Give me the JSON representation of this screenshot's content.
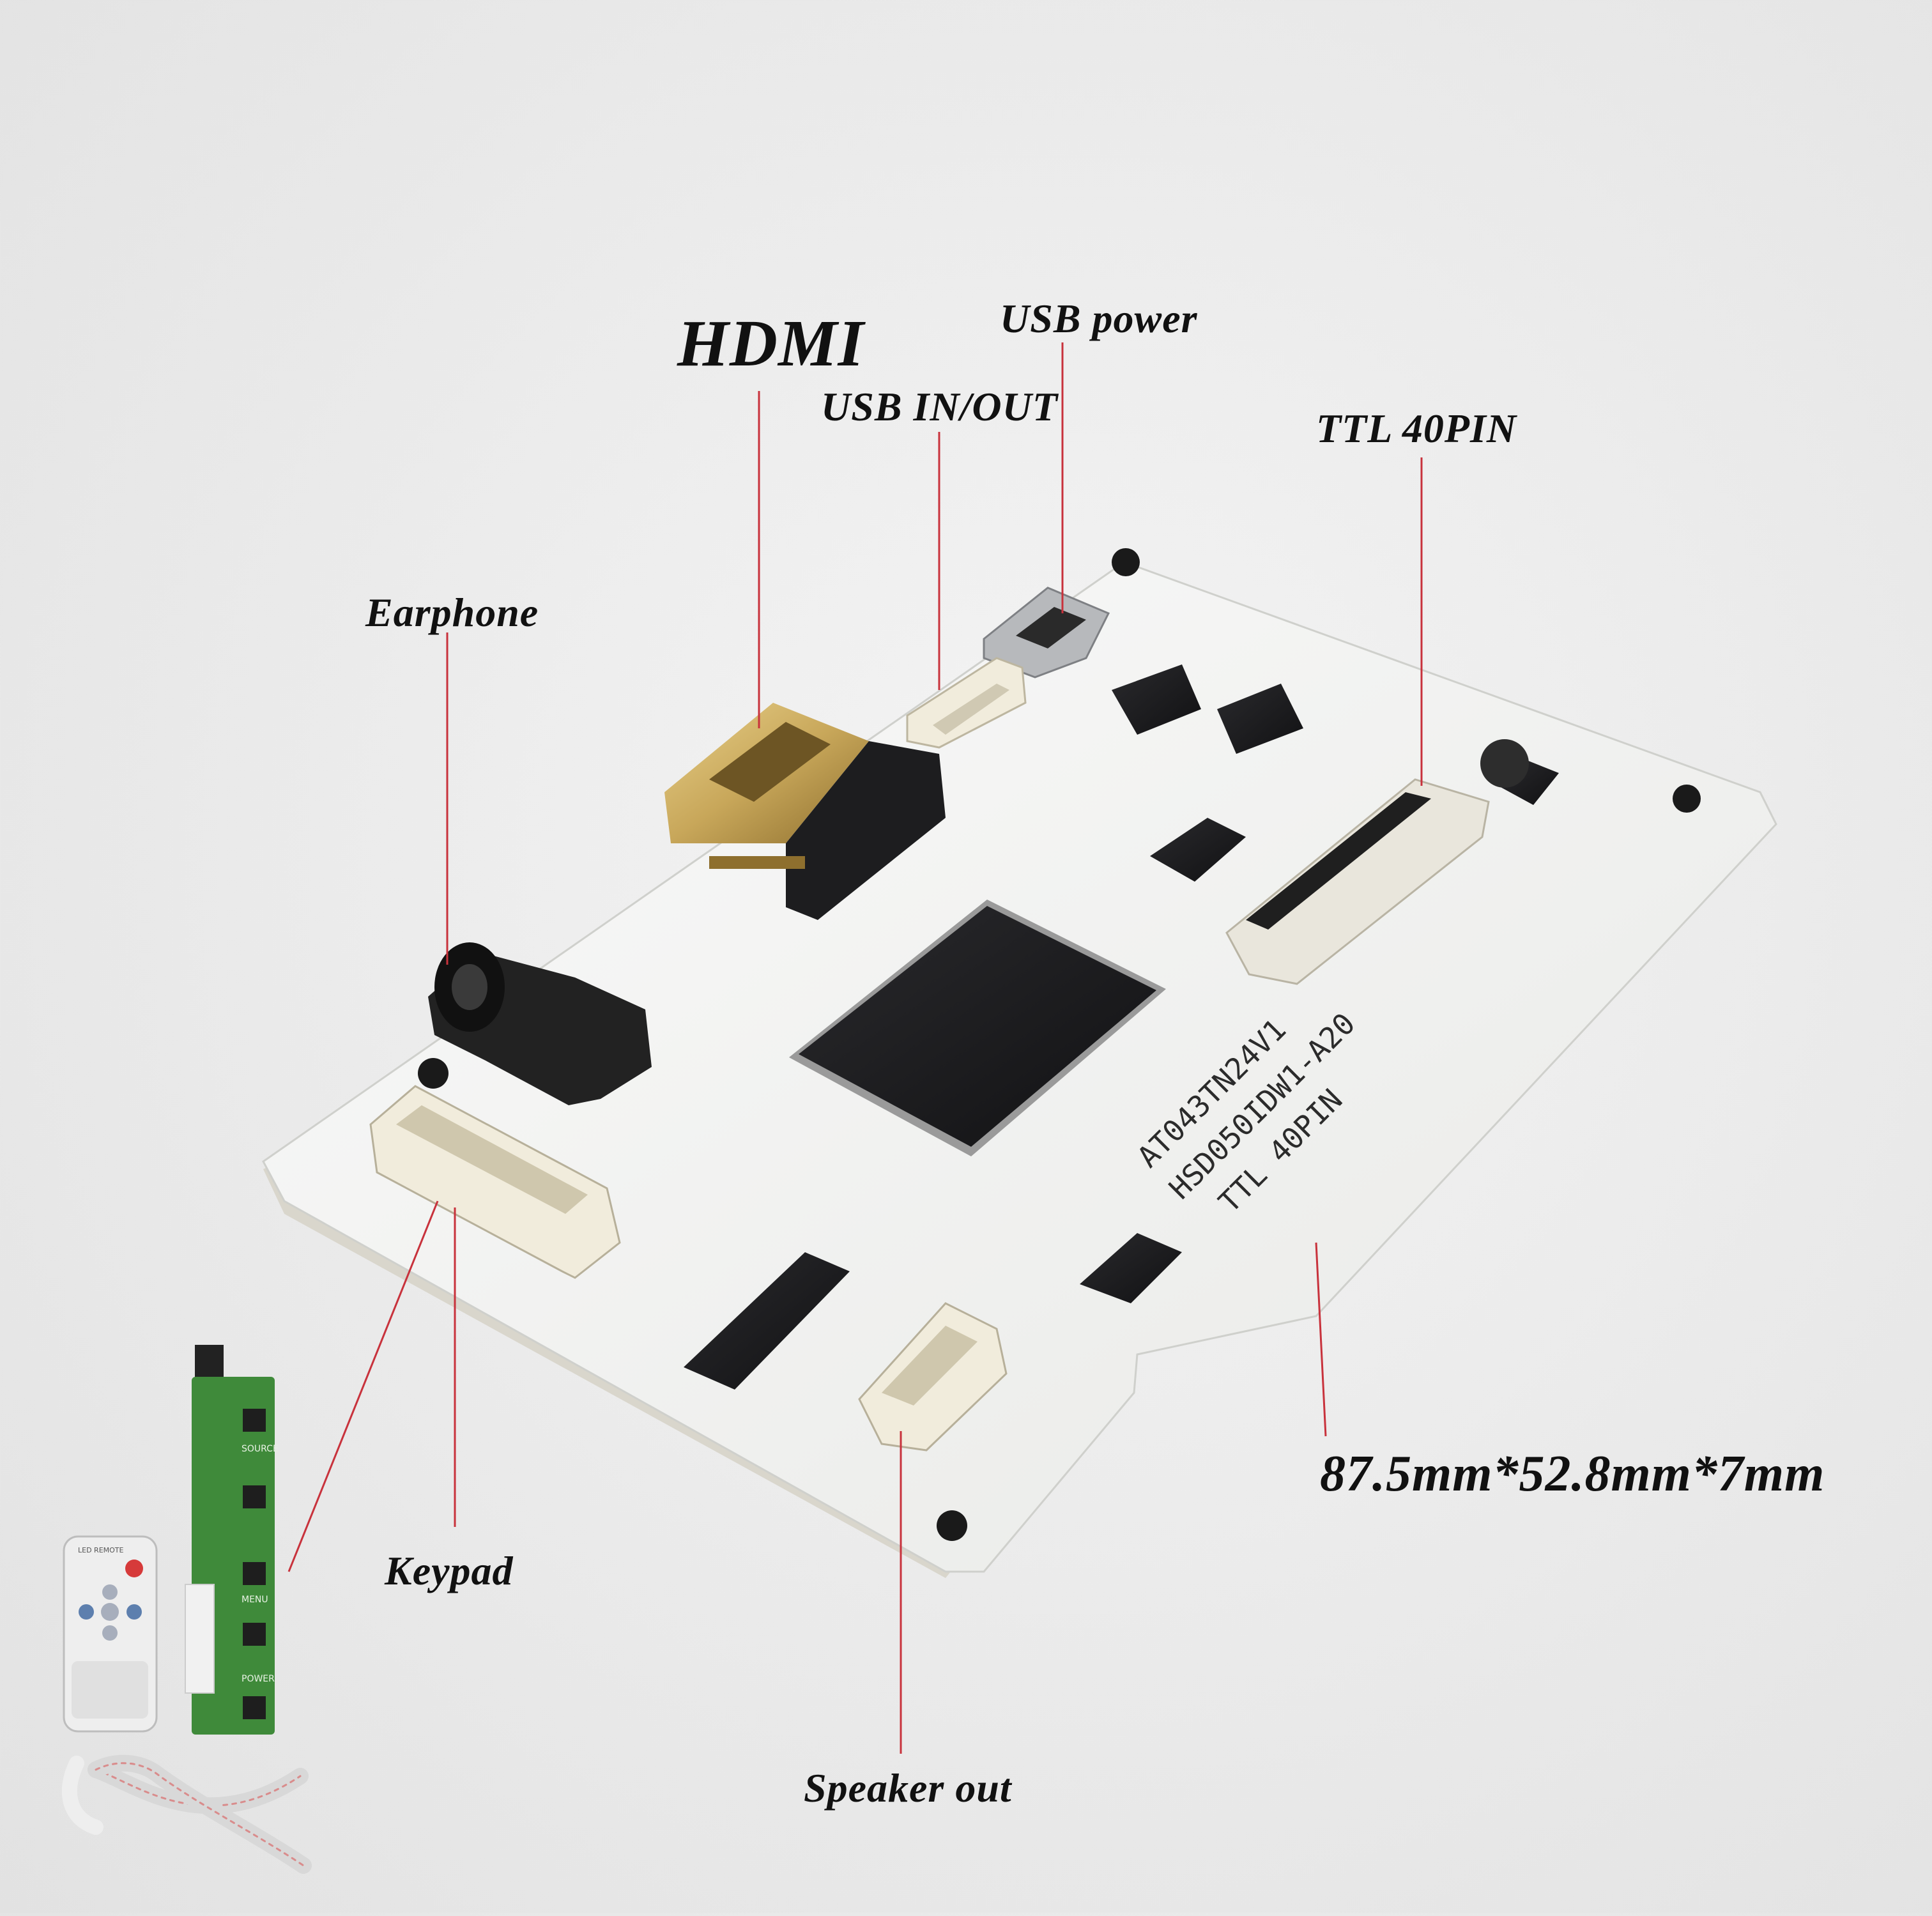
{
  "callouts": {
    "hdmi": "HDMI",
    "usb_power": "USB power",
    "usb_in_out": "USB IN/OUT",
    "ttl_40pin": "TTL 40PIN",
    "earphone": "Earphone",
    "dimensions": "87.5mm*52.8mm*7mm",
    "keypad": "Keypad",
    "speaker_out": "Speaker out"
  },
  "board_silkscreen": {
    "line1": "AT043TN24V1",
    "line2": "HSD050IDW1-A20",
    "line3": "TTL 40PIN"
  },
  "keypad_labels": {
    "source": "SOURCE",
    "menu": "MENU",
    "power": "POWER"
  },
  "remote_label": "LED REMOTE",
  "colors": {
    "board": "#f3f4f2",
    "chip": "#1c1c1e",
    "hdmi_gold": "#c8a75a",
    "keypad_pcb": "#3f8a3a",
    "leader_line": "#c8323c",
    "label_text": "#111111"
  }
}
